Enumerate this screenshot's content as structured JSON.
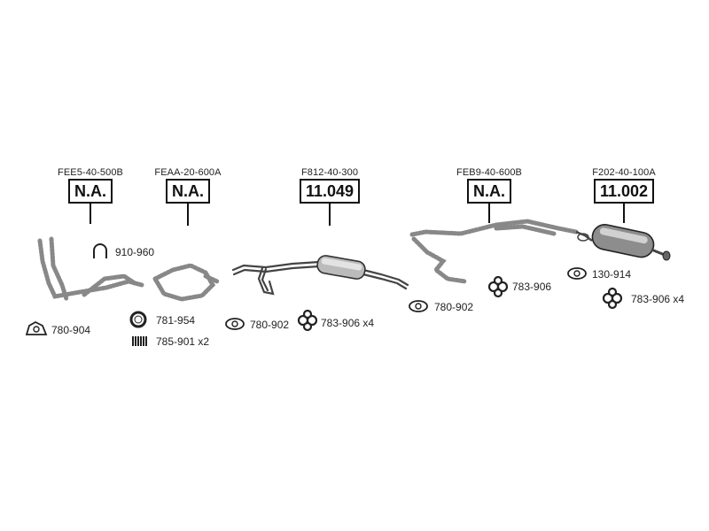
{
  "assemblies": [
    {
      "code": "FEE5-40-500B",
      "price": "N.A."
    },
    {
      "code": "FEAA-20-600A",
      "price": "N.A."
    },
    {
      "code": "F812-40-300",
      "price": "11.049"
    },
    {
      "code": "FEB9-40-600B",
      "price": "N.A."
    },
    {
      "code": "F202-40-100A",
      "price": "11.002"
    }
  ],
  "fittings": [
    {
      "label": "910-960",
      "icon": "u-clamp-icon"
    },
    {
      "label": "780-904",
      "icon": "gasket-icon"
    },
    {
      "label": "781-954",
      "icon": "ring-icon"
    },
    {
      "label": "785-901 x2",
      "icon": "spring-icon"
    },
    {
      "label": "780-902",
      "icon": "gasket-icon"
    },
    {
      "label": "783-906 x4",
      "icon": "rubber-mount-icon"
    },
    {
      "label": "780-902",
      "icon": "gasket-icon"
    },
    {
      "label": "783-906",
      "icon": "rubber-mount-icon"
    },
    {
      "label": "130-914",
      "icon": "gasket-icon"
    },
    {
      "label": "783-906 x4",
      "icon": "rubber-mount-icon"
    }
  ]
}
